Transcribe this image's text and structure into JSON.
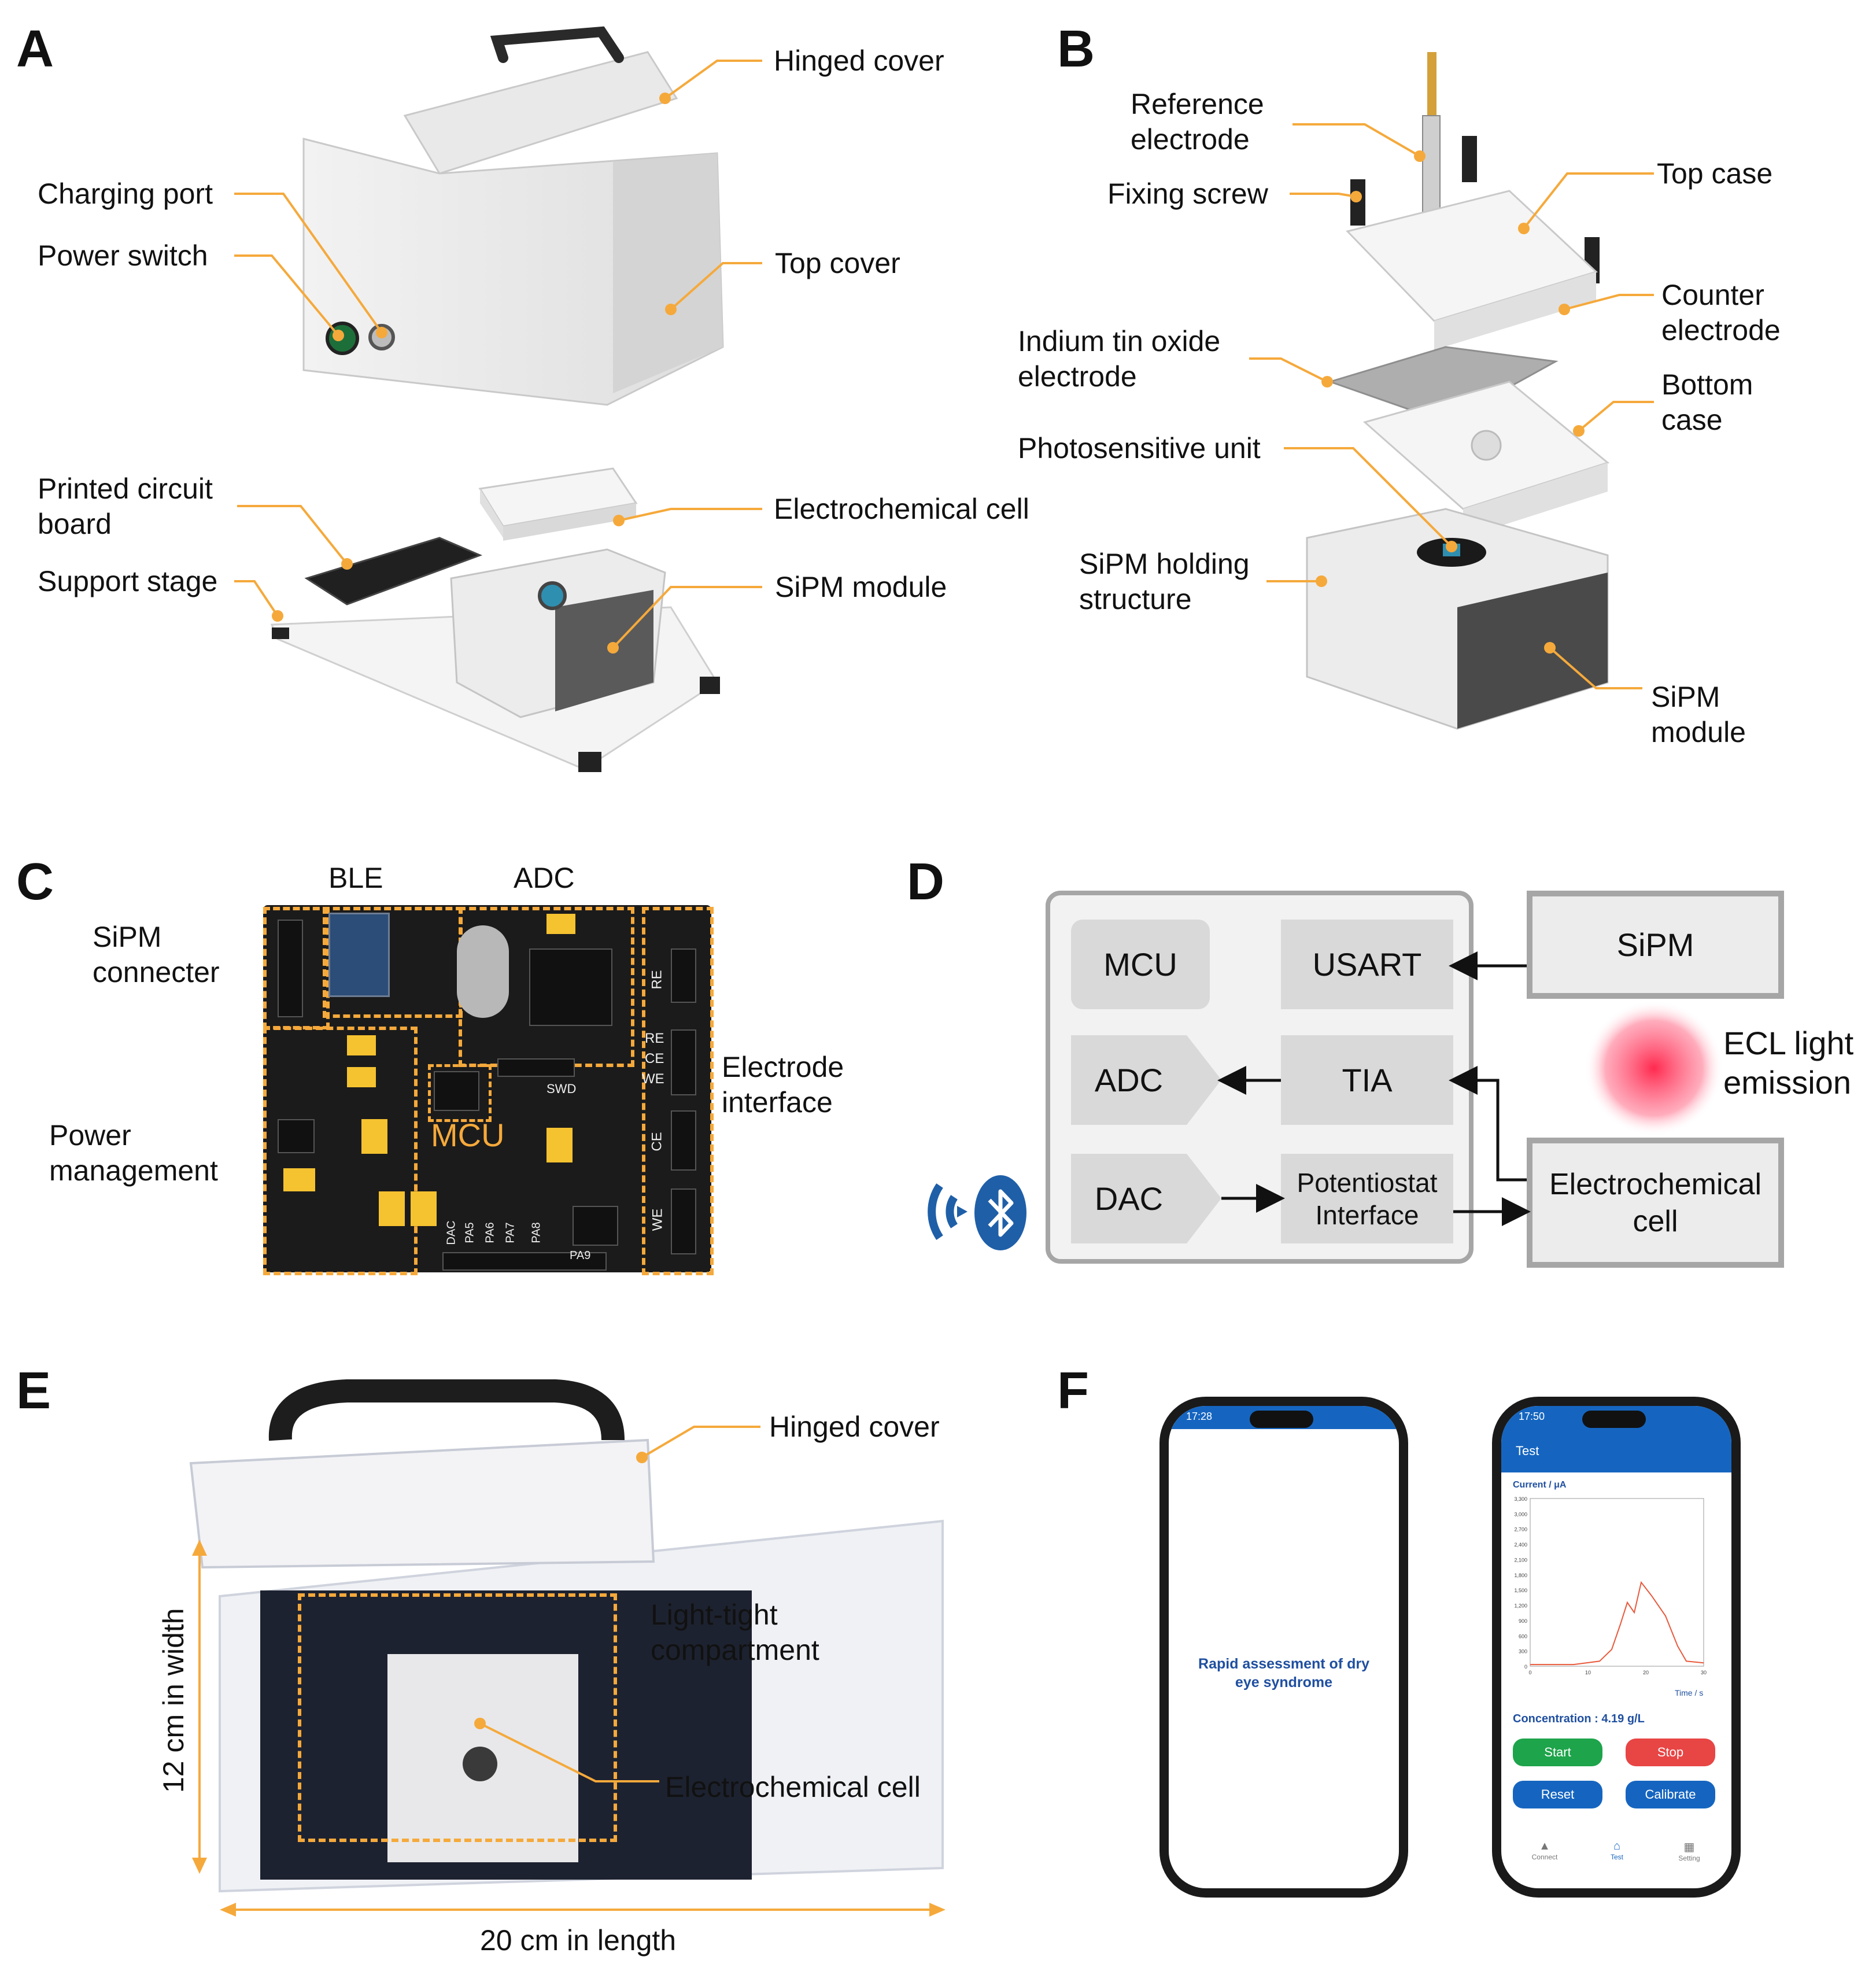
{
  "panels": {
    "A": {
      "letter": "A",
      "labels": {
        "hinged_cover": "Hinged cover",
        "charging_port": "Charging port",
        "power_switch": "Power switch",
        "top_cover": "Top cover",
        "printed_circuit_board": "Printed circuit board",
        "electrochemical_cell": "Electrochemical cell",
        "support_stage": "Support stage",
        "sipm_module": "SiPM module"
      }
    },
    "B": {
      "letter": "B",
      "labels": {
        "reference_electrode": "Reference electrode",
        "fixing_screw": "Fixing screw",
        "top_case": "Top case",
        "counter_electrode": "Counter electrode",
        "indium_tin_oxide_electrode": "Indium tin oxide electrode",
        "bottom_case": "Bottom case",
        "photosensitive_unit": "Photosensitive unit",
        "sipm_holding_structure": "SiPM holding structure",
        "sipm_module": "SiPM module"
      }
    },
    "C": {
      "letter": "C",
      "labels": {
        "ble": "BLE",
        "adc": "ADC",
        "sipm_connecter": "SiPM connecter",
        "electrode_interface": "Electrode interface",
        "power_management": "Power management",
        "mcu": "MCU"
      },
      "board_text": {
        "swd": "SWD",
        "re1": "RE",
        "re2": "RE",
        "ce1": "CE",
        "we1": "WE",
        "ce2": "CE",
        "we2": "WE",
        "dac": "DAC",
        "pa5": "PA5",
        "pa6": "PA6",
        "pa7": "PA7",
        "pa8": "PA8",
        "pa9": "PA9"
      }
    },
    "D": {
      "letter": "D",
      "blocks": {
        "mcu": "MCU",
        "usart": "USART",
        "adc": "ADC",
        "tia": "TIA",
        "dac": "DAC",
        "potentiostat": "Potentiostat Interface",
        "sipm": "SiPM",
        "electrochemical_cell": "Electrochemical cell"
      },
      "ecl_label": "ECL light emission",
      "colors": {
        "block_fill": "#d9d9d9",
        "block_border": "#a6a6a6",
        "ecl_glow": "#ff2a4f",
        "bluetooth": "#1f5fa8"
      }
    },
    "E": {
      "letter": "E",
      "labels": {
        "hinged_cover": "Hinged cover",
        "light_tight": "Light-tight compartment",
        "electrochemical_cell": "Electrochemical cell",
        "width": "12 cm in width",
        "length": "20 cm in length"
      }
    },
    "F": {
      "letter": "F",
      "phone1": {
        "time": "17:28",
        "title": "Rapid assessment of dry eye syndrome"
      },
      "phone2": {
        "time": "17:50",
        "header": "Test",
        "ylabel": "Current / μA",
        "xlabel": "Time / s",
        "yticks": [
          "3,300",
          "3,000",
          "2,700",
          "2,400",
          "2,100",
          "1,800",
          "1,500",
          "1,200",
          "900",
          "600",
          "300",
          "0"
        ],
        "xticks": [
          "0",
          "10",
          "20",
          "30"
        ],
        "concentration": "Concentration : 4.19 g/L",
        "buttons": {
          "start": "Start",
          "stop": "Stop",
          "reset": "Reset",
          "calibrate": "Calibrate"
        },
        "nav": {
          "connect": "Connect",
          "test": "Test",
          "setting": "Setting"
        }
      },
      "colors": {
        "blue": "#1565c0",
        "green": "#1ea44b",
        "red": "#e84545",
        "trace": "#e8593c"
      }
    }
  },
  "accent": "#f5a93b"
}
